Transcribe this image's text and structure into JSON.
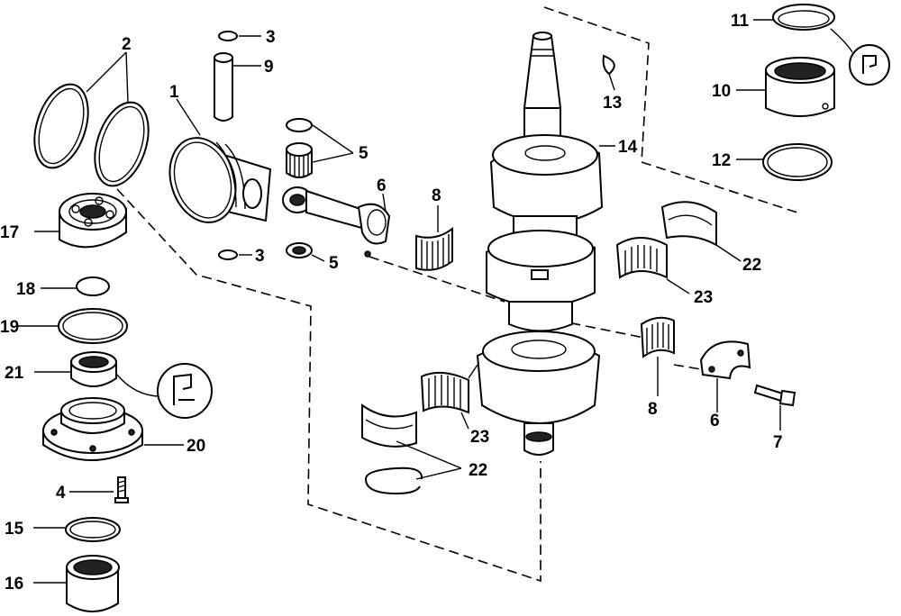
{
  "callouts": {
    "c1": "1",
    "c2": "2",
    "c3a": "3",
    "c3b": "3",
    "c4": "4",
    "c5a": "5",
    "c5b": "5",
    "c6a": "6",
    "c6b": "6",
    "c7": "7",
    "c8a": "8",
    "c8b": "8",
    "c9": "9",
    "c10": "10",
    "c11": "11",
    "c12": "12",
    "c13": "13",
    "c14": "14",
    "c15": "15",
    "c16": "16",
    "c17": "17",
    "c18": "18",
    "c19": "19",
    "c20": "20",
    "c21": "21",
    "c22a": "22",
    "c22b": "22",
    "c23a": "23",
    "c23b": "23"
  }
}
